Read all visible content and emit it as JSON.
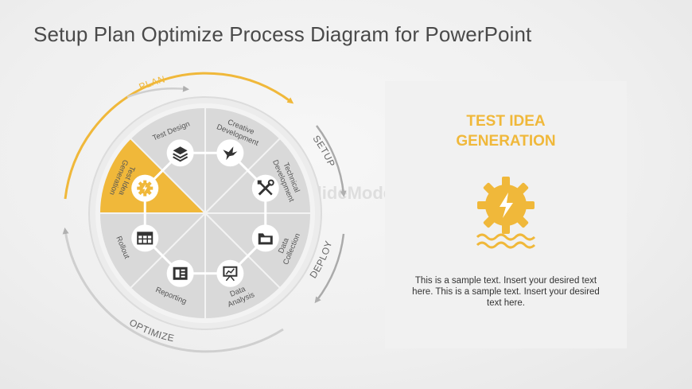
{
  "title": "Setup Plan Optimize Process Diagram for PowerPoint",
  "watermark": "SlideModel.com",
  "arcs": {
    "plan": "PLAN",
    "setup": "SETUP",
    "deploy": "DEPLOY",
    "optimize": "OPTIMIZE"
  },
  "segments": [
    {
      "lines": [
        "Test Design"
      ],
      "icon": "layers-icon"
    },
    {
      "lines": [
        "Creative",
        "Development"
      ],
      "icon": "bird-icon"
    },
    {
      "lines": [
        "Technical",
        "Development"
      ],
      "icon": "tools-icon"
    },
    {
      "lines": [
        "Data",
        "Collection"
      ],
      "icon": "folder-icon"
    },
    {
      "lines": [
        "Data",
        "Analysis"
      ],
      "icon": "presentation-icon"
    },
    {
      "lines": [
        "Reporting"
      ],
      "icon": "book-icon"
    },
    {
      "lines": [
        "Rollout"
      ],
      "icon": "table-icon"
    },
    {
      "lines": [
        "Test Idea",
        "Generation"
      ],
      "icon": "gear-bolt-icon",
      "active": true
    }
  ],
  "panel": {
    "title_line1": "TEST IDEA",
    "title_line2": "GENERATION",
    "body": "This is a sample text. Insert your desired text here. This is a sample text. Insert your desired text here.",
    "icon": "gear-bolt-waves-icon"
  },
  "colors": {
    "accent": "#f0b83a",
    "segment": "#d9d9d9",
    "ring": "#e4e4e4",
    "arrow_gray": "#aaaaaa",
    "text_gray": "#555555"
  }
}
